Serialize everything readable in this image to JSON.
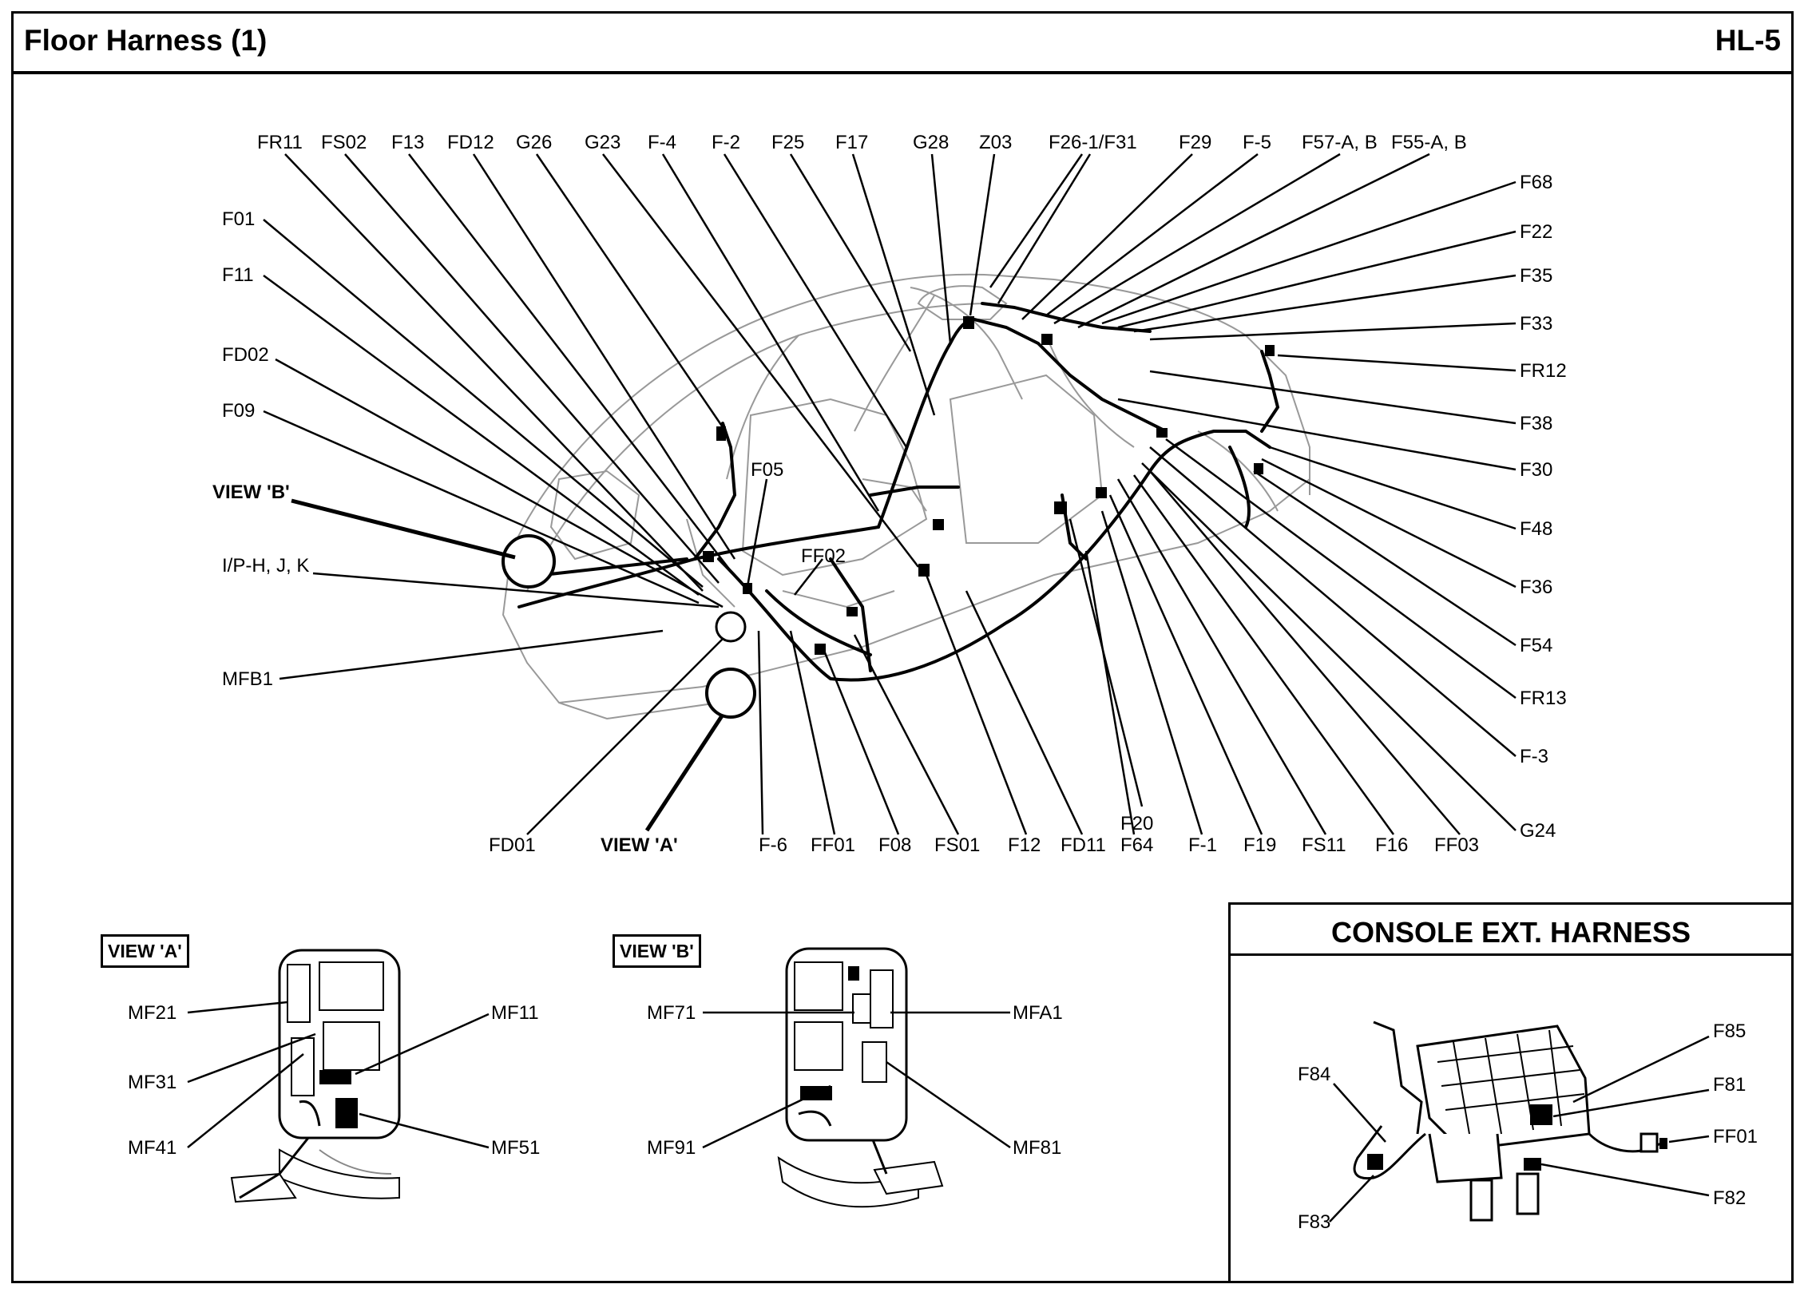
{
  "header": {
    "title": "Floor Harness (1)",
    "code": "HL-5"
  },
  "main_labels": {
    "top": [
      "FR11",
      "FS02",
      "F13",
      "FD12",
      "G26",
      "G23",
      "F-4",
      "F-2",
      "F25",
      "F17",
      "G28",
      "Z03",
      "F26-1/F31",
      "F29",
      "F-5",
      "F57-A, B",
      "F55-A, B"
    ],
    "left": [
      "F01",
      "F11",
      "FD02",
      "F09",
      "I/P-H, J, K",
      "MFB1"
    ],
    "left_bold": [
      "VIEW 'B'"
    ],
    "right": [
      "F68",
      "F22",
      "F35",
      "F33",
      "FR12",
      "F38",
      "F30",
      "F48",
      "F36",
      "F54",
      "FR13",
      "F-3",
      "G24"
    ],
    "mid": [
      "F05",
      "FF02"
    ],
    "bottom": [
      "FD01",
      "F-6",
      "FF01",
      "F08",
      "FS01",
      "F12",
      "FD11",
      "F20",
      "F64",
      "F-1",
      "F19",
      "FS11",
      "F16",
      "FF03"
    ],
    "bottom_bold": [
      "VIEW 'A'"
    ]
  },
  "view_a": {
    "tag": "VIEW 'A'",
    "labels": [
      "MF21",
      "MF31",
      "MF41",
      "MF11",
      "MF51"
    ]
  },
  "view_b": {
    "tag": "VIEW 'B'",
    "labels": [
      "MF71",
      "MF91",
      "MFA1",
      "MF81"
    ]
  },
  "console": {
    "title": "CONSOLE EXT. HARNESS",
    "labels": [
      "F84",
      "F83",
      "F85",
      "F81",
      "FF01",
      "F82"
    ]
  }
}
